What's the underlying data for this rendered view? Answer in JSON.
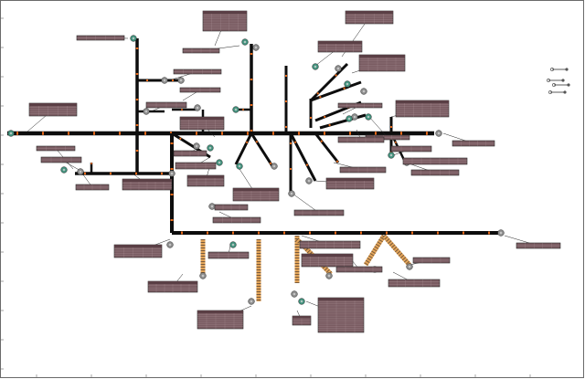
{
  "title": "",
  "colors": {
    "paper": "#ffffff",
    "frame": "#6a6a6a",
    "bundle": "#0d0d0d",
    "bundle_marker": "#e86a1a",
    "conduit": "#e3a55a",
    "conduit_stripe": "#7a5a3a",
    "table_fill": "#7a5c62",
    "table_border": "#2a2a2a",
    "connector_teal": "#3f8f7a",
    "connector_gray": "#8a8a8a",
    "leader": "#222222"
  },
  "diagram": {
    "kind": "wire-harness-layout",
    "bundles": 26,
    "conduit_segments": 6,
    "wire_tables": 44,
    "connectors": 40,
    "legend_symbols": 4
  }
}
